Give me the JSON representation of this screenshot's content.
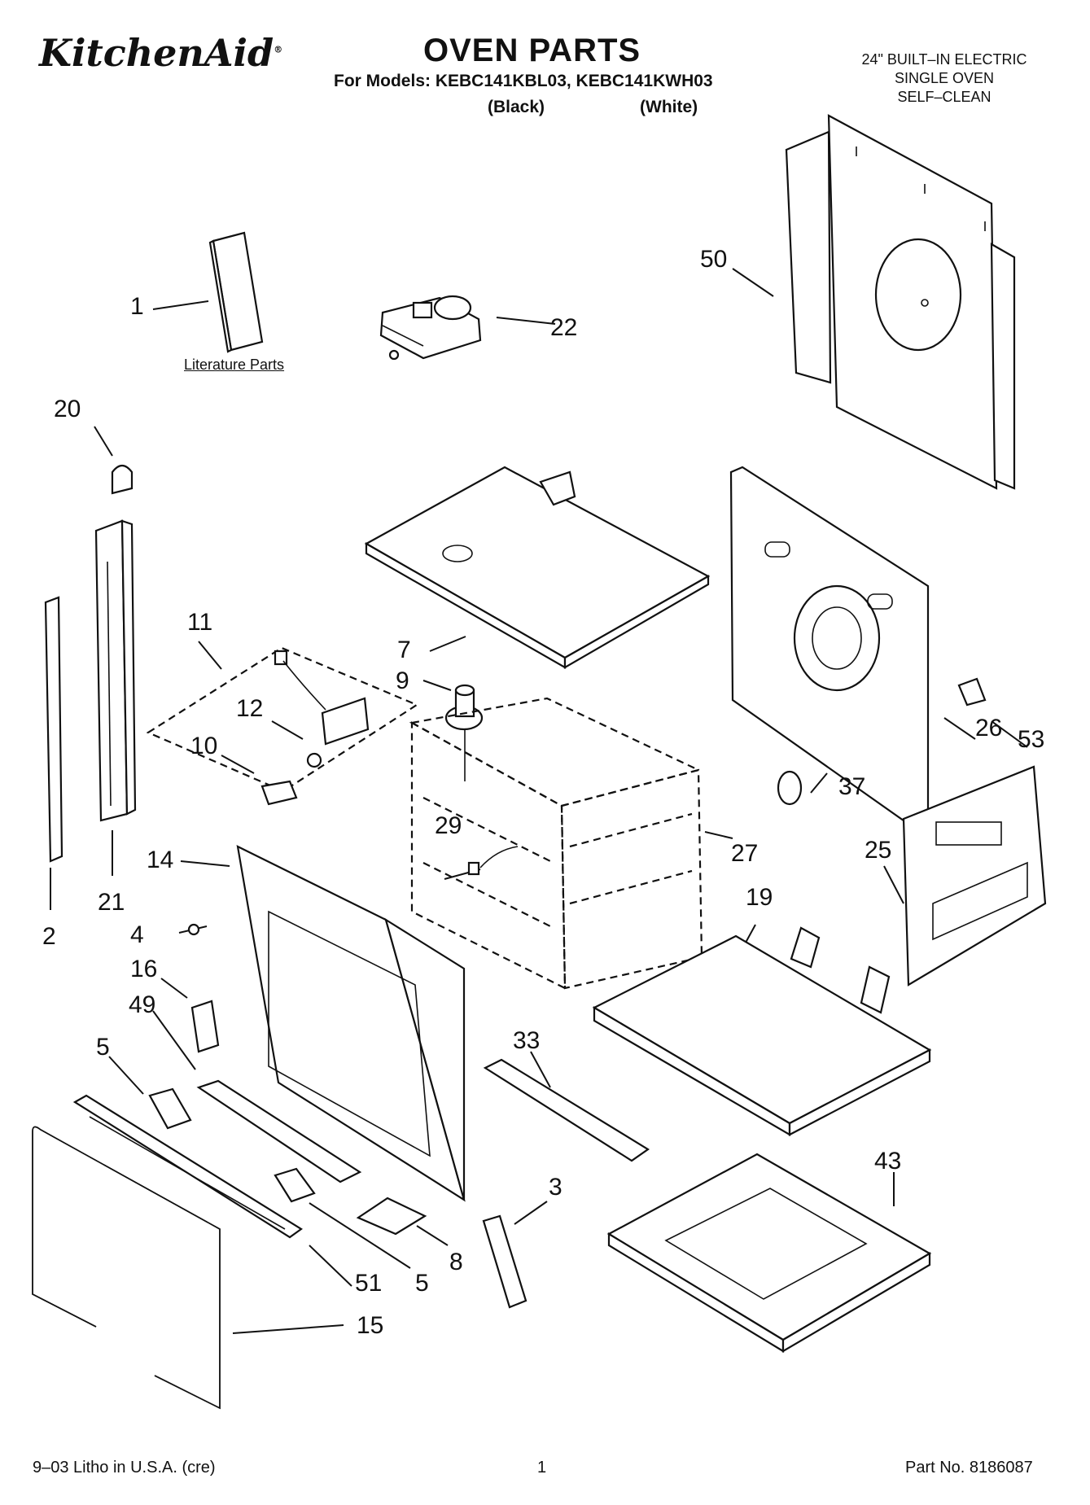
{
  "header": {
    "brand": "KitchenAid",
    "brand_mark": "®",
    "title": "OVEN PARTS",
    "models_line": "For Models: KEBC141KBL03, KEBC141KWH03",
    "color_black": "(Black)",
    "color_white": "(White)",
    "spec_lines": [
      "24\" BUILT–IN ELECTRIC",
      "SINGLE OVEN",
      "SELF–CLEAN"
    ]
  },
  "literature_label": "Literature Parts",
  "callouts": [
    "1",
    "22",
    "50",
    "20",
    "11",
    "7",
    "9",
    "12",
    "10",
    "53",
    "26",
    "37",
    "29",
    "27",
    "25",
    "14",
    "19",
    "21",
    "2",
    "4",
    "16",
    "49",
    "33",
    "5",
    "43",
    "3",
    "8",
    "51",
    "5",
    "15"
  ],
  "footer": {
    "left": "9–03 Litho in U.S.A. (cre)",
    "page": "1",
    "right": "Part No. 8186087"
  }
}
